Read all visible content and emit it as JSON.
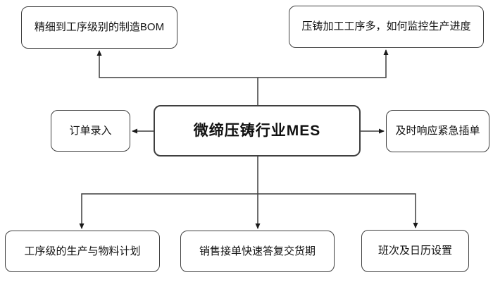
{
  "diagram": {
    "center": {
      "label": "微缔压铸行业MES"
    },
    "nodes": {
      "top_left": {
        "label": "精细到工序级别的制造BOM"
      },
      "top_right": {
        "label": "压铸加工工序多，如何监控生产进度"
      },
      "left": {
        "label": "订单录入"
      },
      "right": {
        "label": "及时响应紧急插单"
      },
      "bottom_left": {
        "label": "工序级的生产与物料计划"
      },
      "bottom_middle": {
        "label": "销售接单快速答复交货期"
      },
      "bottom_right": {
        "label": "班次及日历设置"
      }
    },
    "colors": {
      "line": "#3f3f3f",
      "node_border": "#3f3f3f",
      "node_fill": "#ffffff",
      "text": "#111111",
      "background": "#ffffff"
    }
  }
}
